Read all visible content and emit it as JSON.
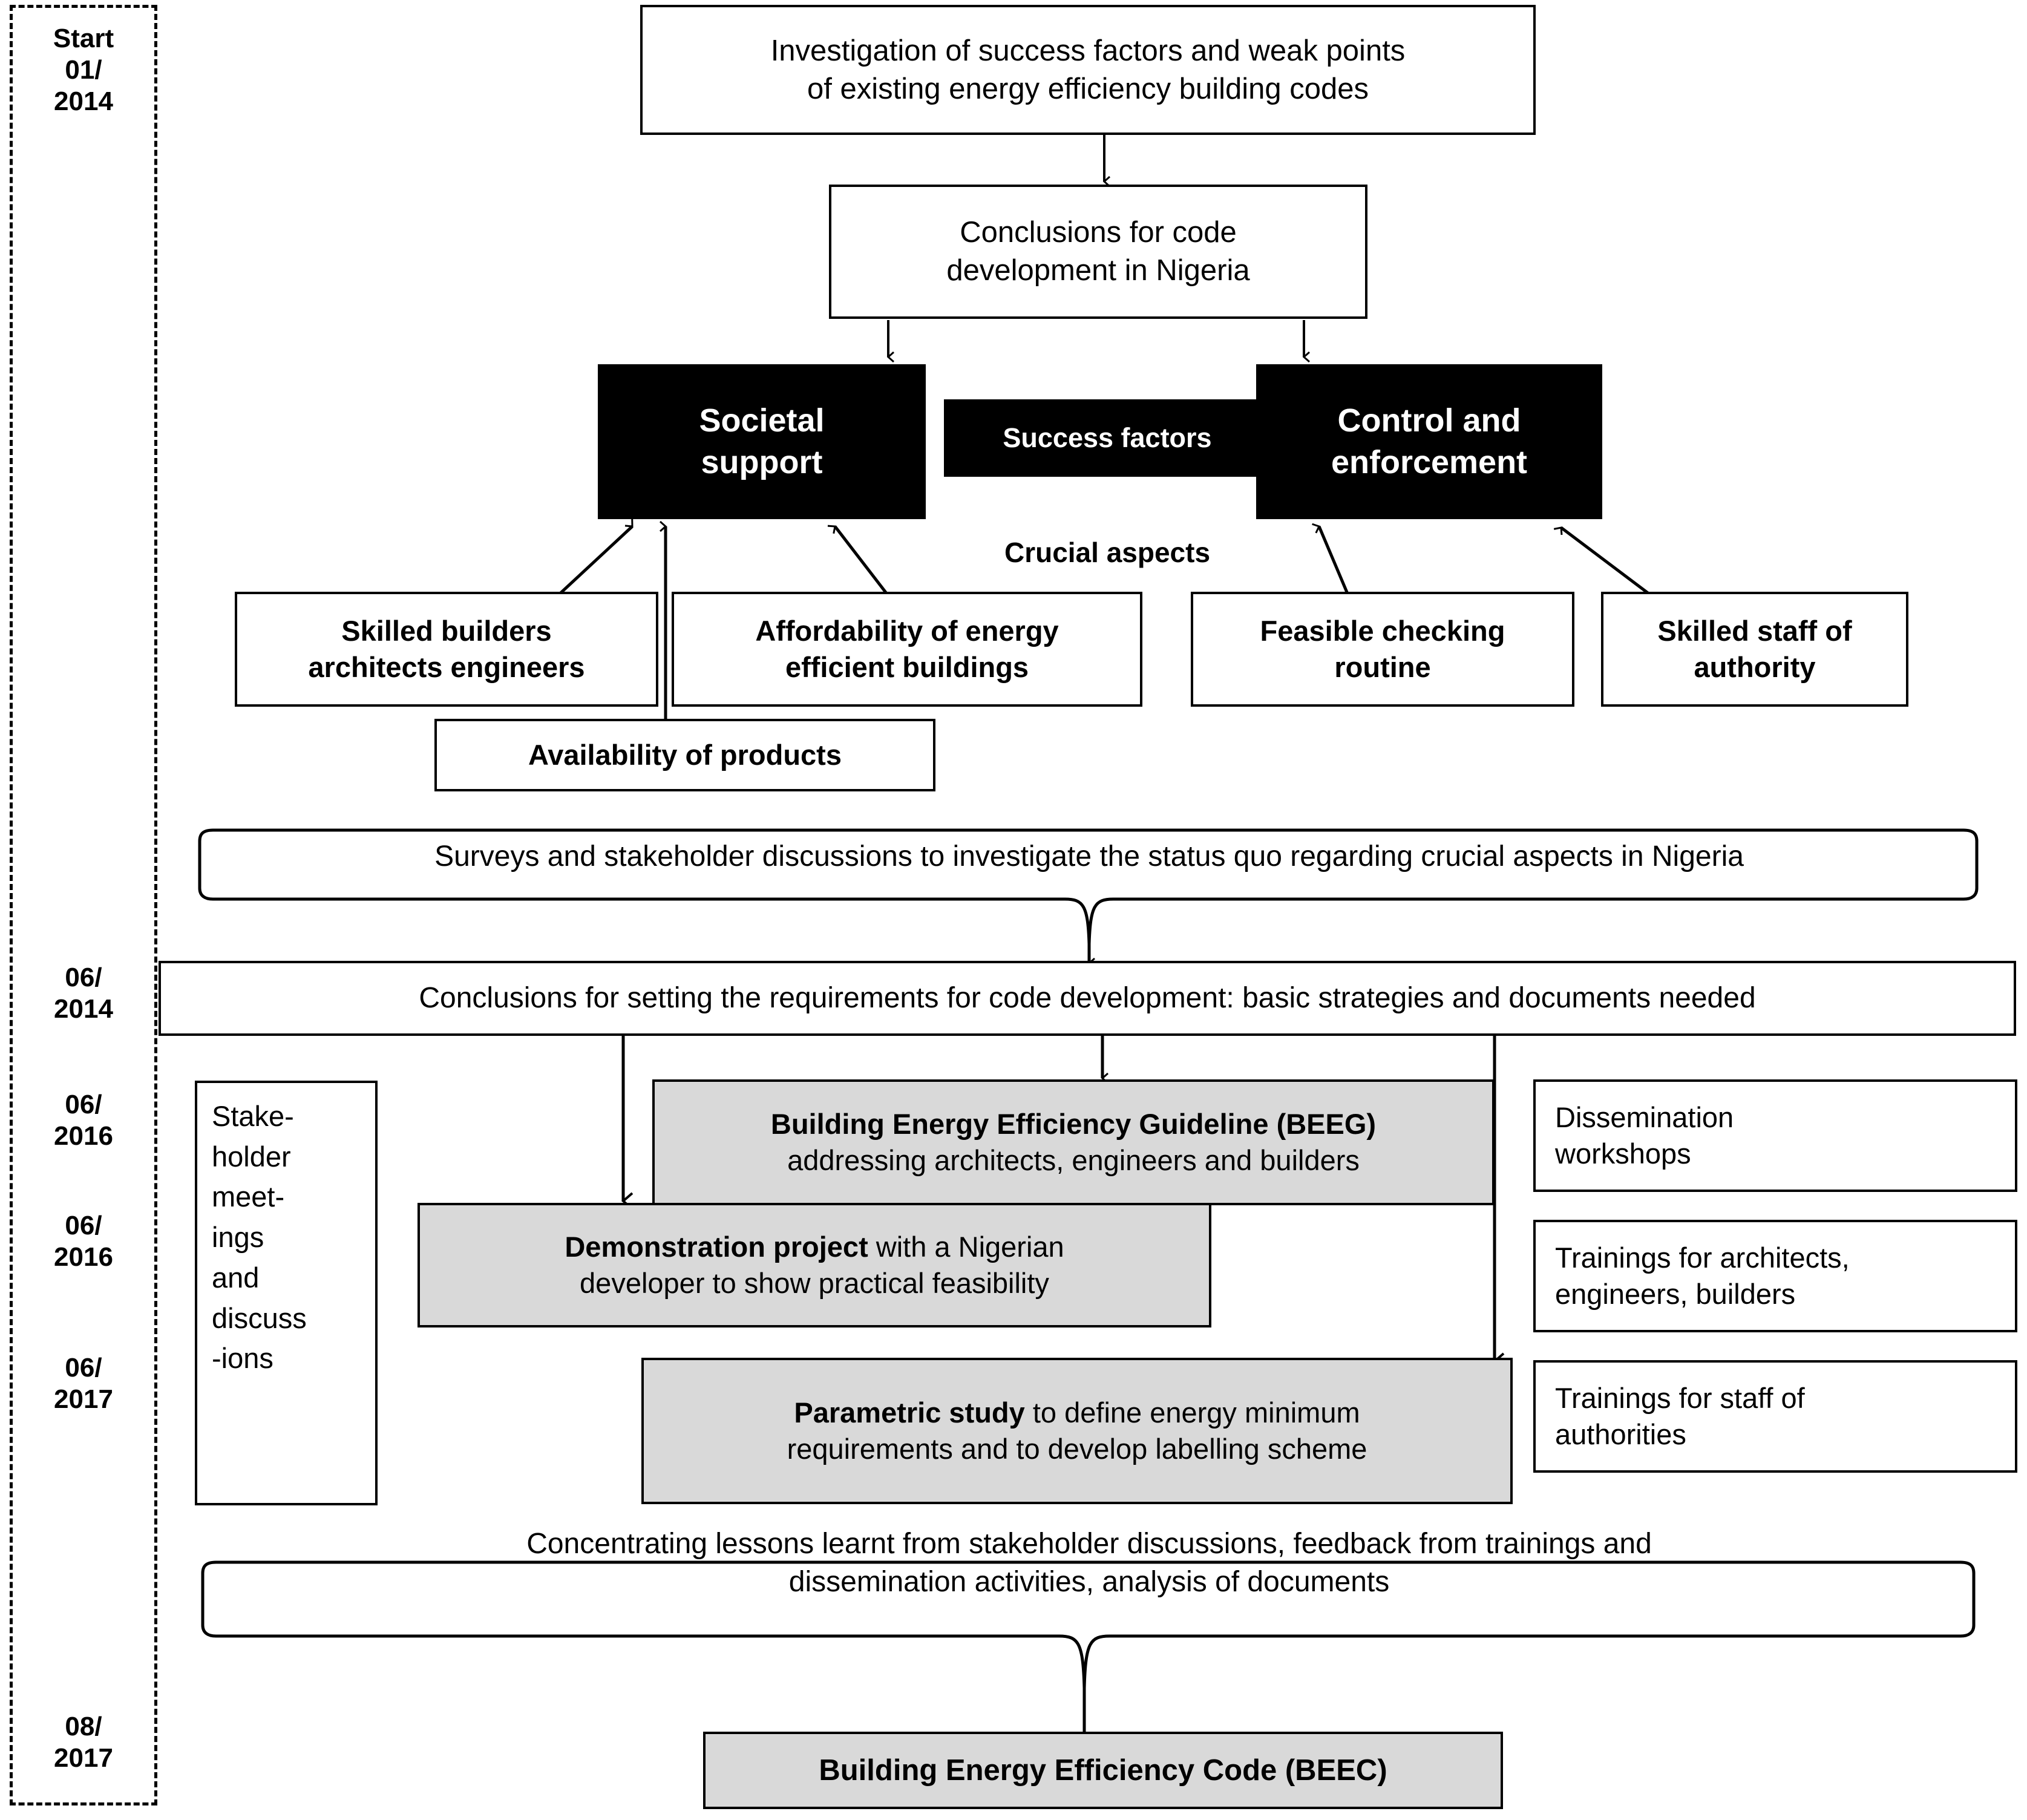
{
  "timeline": {
    "labels": [
      {
        "id": "start-2014",
        "text": "Start 01/ 2014",
        "lines": [
          "Start",
          "01/",
          "2014"
        ]
      },
      {
        "id": "jun-2014",
        "text": "06/ 2014",
        "lines": [
          "06/",
          "2014"
        ]
      },
      {
        "id": "jun-2016-a",
        "text": "06/ 2016",
        "lines": [
          "06/",
          "2016"
        ]
      },
      {
        "id": "jun-2016-b",
        "text": "06/ 2016",
        "lines": [
          "06/",
          "2016"
        ]
      },
      {
        "id": "jun-2017",
        "text": "06/ 2017",
        "lines": [
          "06/",
          "2017"
        ]
      },
      {
        "id": "aug-2017",
        "text": "08/ 2017",
        "lines": [
          "08/",
          "2017"
        ]
      }
    ],
    "l0a": "Start",
    "l0b": "01/",
    "l0c": "2014",
    "l1a": "06/",
    "l1b": "2014",
    "l2a": "06/",
    "l2b": "2016",
    "l3a": "06/",
    "l3b": "2016",
    "l4a": "06/",
    "l4b": "2017",
    "l5a": "08/",
    "l5b": "2017"
  },
  "nodes": {
    "investigation": {
      "line1": "Investigation of success factors and weak points",
      "line2": "of existing energy efficiency building codes"
    },
    "conclusions_code": {
      "line1": "Conclusions for code",
      "line2": "development in Nigeria"
    },
    "societal_support": {
      "line1": "Societal",
      "line2": "support"
    },
    "success_factors": {
      "label": "Success factors"
    },
    "control_enforcement": {
      "line1": "Control and",
      "line2": "enforcement"
    },
    "crucial_aspects": {
      "label": "Crucial  aspects"
    },
    "skilled_builders": {
      "line1": "Skilled builders",
      "line2": "architects  engineers"
    },
    "affordability": {
      "line1": "Affordability of energy",
      "line2": "efficient buildings"
    },
    "availability": {
      "label": "Availability of products"
    },
    "feasible_checking": {
      "line1": "Feasible checking",
      "line2": "routine"
    },
    "skilled_staff": {
      "line1": "Skilled staff of",
      "line2": "authority"
    },
    "surveys_brace": {
      "label": "Surveys and stakeholder discussions to investigate the status quo regarding crucial aspects in Nigeria"
    },
    "conclusions_requirements": {
      "label": "Conclusions for setting the requirements for code development: basic strategies and documents needed"
    },
    "stakeholder_meetings": {
      "lines": [
        "Stake-",
        "holder",
        "meet-",
        "ings",
        "and",
        "discuss",
        "-ions"
      ],
      "l1": "Stake-",
      "l2": "holder",
      "l3": "meet-",
      "l4": "ings",
      "l5": "and",
      "l6": "discuss",
      "l7": "-ions"
    },
    "beeg": {
      "bold": "Building Energy Efficiency Guideline (BEEG)",
      "rest": "addressing architects, engineers and builders"
    },
    "demonstration": {
      "bold": "Demonstration project",
      "rest1": " with a Nigerian",
      "rest2": "developer to show practical  feasibility"
    },
    "parametric": {
      "bold": "Parametric study",
      "rest1": " to define energy minimum",
      "rest2": "requirements and to develop labelling scheme"
    },
    "dissemination": {
      "line1": "Dissemination",
      "line2": "workshops"
    },
    "trainings_aeb": {
      "line1": "Trainings for architects,",
      "line2": "engineers, builders"
    },
    "trainings_auth": {
      "line1": "Trainings for staff of",
      "line2": "authorities"
    },
    "concentrating_brace": {
      "line1": "Concentrating lessons learnt from stakeholder discussions, feedback from trainings and",
      "line2": "dissemination activities, analysis of documents"
    },
    "beec": {
      "label": "Building Energy Efficiency Code (BEEC)"
    }
  },
  "colors": {
    "stroke": "#000000",
    "black_fill": "#000000",
    "grey_fill": "#d9d9d9",
    "white_fill": "#ffffff"
  }
}
